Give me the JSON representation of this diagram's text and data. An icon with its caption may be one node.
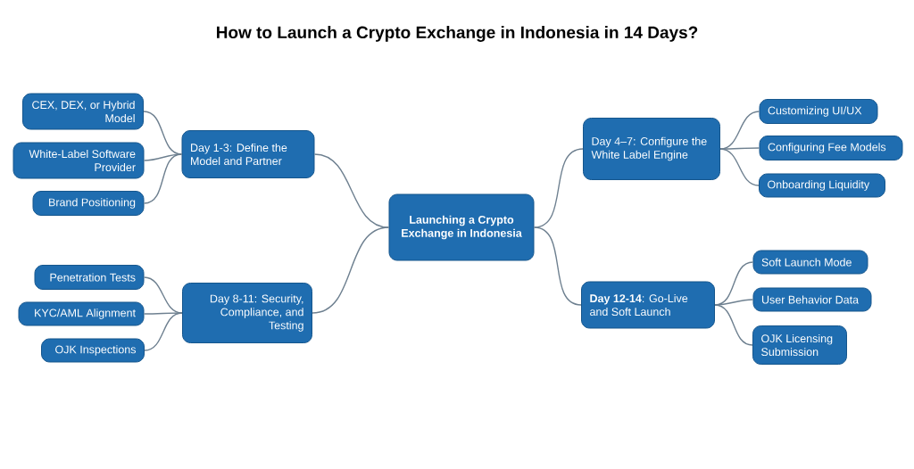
{
  "diagram": {
    "title": "How to Launch a Crypto Exchange in Indonesia in 14 Days?",
    "nodes": [
      {
        "text": [
          "Launching a Crypto Exchange in Indonesia"
        ]
      },
      {
        "text": [
          "Day 1-3: Define the Model and Partner"
        ]
      },
      {
        "text": [
          "CEX, DEX, or Hybrid Model"
        ]
      },
      {
        "text": [
          "White-Label Software Provider"
        ]
      },
      {
        "text": [
          "Brand Positioning"
        ]
      },
      {
        "text": [
          "Day 8-11: Security, Compliance, and Testing"
        ]
      },
      {
        "text": [
          "Penetration Tests"
        ]
      },
      {
        "text": [
          "KYC/AML Alignment"
        ]
      },
      {
        "text": [
          "OJK Inspections"
        ]
      },
      {
        "text": [
          "Day 4–7: Configure the White Label Engine"
        ]
      },
      {
        "text": [
          "Customizing UI/UX"
        ]
      },
      {
        "text": [
          "Configuring Fee Models"
        ]
      },
      {
        "text": [
          "Onboarding Liquidity"
        ]
      },
      {
        "text": [
          "**Day 12-14**: Go-Live and Soft Launch"
        ]
      },
      {
        "text": [
          "Soft Launch Mode"
        ]
      },
      {
        "text": [
          "User Behavior Data"
        ]
      },
      {
        "text": [
          "OJK Licensing Submission"
        ]
      }
    ],
    "edges": [
      {
        "from": 0,
        "to": 1,
        "arrow": "none"
      },
      {
        "from": 1,
        "to": 2,
        "arrow": "none"
      },
      {
        "from": 1,
        "to": 3,
        "arrow": "none"
      },
      {
        "from": 1,
        "to": 4,
        "arrow": "none"
      },
      {
        "from": 0,
        "to": 5,
        "arrow": "none"
      },
      {
        "from": 5,
        "to": 6,
        "arrow": "none"
      },
      {
        "from": 5,
        "to": 7,
        "arrow": "none"
      },
      {
        "from": 5,
        "to": 8,
        "arrow": "none"
      },
      {
        "from": 0,
        "to": 9,
        "arrow": "none"
      },
      {
        "from": 9,
        "to": 10,
        "arrow": "none"
      },
      {
        "from": 9,
        "to": 11,
        "arrow": "none"
      },
      {
        "from": 9,
        "to": 12,
        "arrow": "none"
      },
      {
        "from": 0,
        "to": 13,
        "arrow": "none"
      },
      {
        "from": 13,
        "to": 14,
        "arrow": "none"
      },
      {
        "from": 13,
        "to": 15,
        "arrow": "none"
      },
      {
        "from": 13,
        "to": 16,
        "arrow": "none"
      }
    ]
  }
}
